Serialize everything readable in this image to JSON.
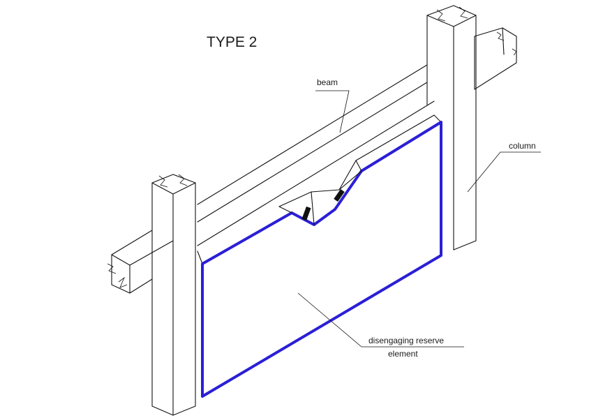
{
  "title": "TYPE 2",
  "labels": {
    "beam": "beam",
    "column": "column",
    "element_line1": "disengaging reserve",
    "element_line2": "element"
  },
  "colors": {
    "panel_outline": "#2b1fd6",
    "linework": "#111111",
    "background": "#ffffff"
  }
}
